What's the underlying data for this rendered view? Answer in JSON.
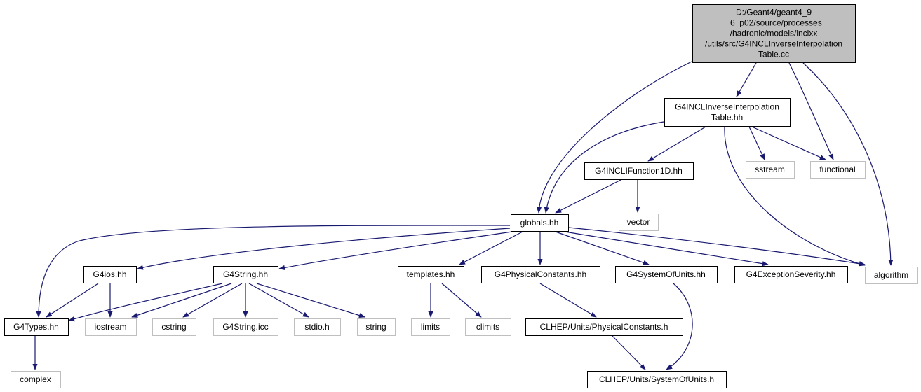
{
  "colors": {
    "edge": "#191970",
    "root_fill": "#bfbfbf",
    "local_border": "#000000",
    "external_border": "#bfbfbf",
    "text": "#000000"
  },
  "nodes": [
    {
      "id": "root",
      "kind": "root",
      "lines": [
        "D:/Geant4/geant4_9",
        "_6_p02/source/processes",
        "/hadronic/models/inclxx",
        "/utils/src/G4INCLInverseInterpolation",
        "Table.cc"
      ]
    },
    {
      "id": "inv_hh",
      "kind": "local",
      "lines": [
        "G4INCLInverseInterpolation",
        "Table.hh"
      ]
    },
    {
      "id": "func1d",
      "kind": "local",
      "lines": [
        "G4INCLIFunction1D.hh"
      ]
    },
    {
      "id": "sstream",
      "kind": "external",
      "lines": [
        "sstream"
      ]
    },
    {
      "id": "functional",
      "kind": "external",
      "lines": [
        "functional"
      ]
    },
    {
      "id": "globals",
      "kind": "local",
      "lines": [
        "globals.hh"
      ]
    },
    {
      "id": "vector",
      "kind": "external",
      "lines": [
        "vector"
      ]
    },
    {
      "id": "g4ios",
      "kind": "local",
      "lines": [
        "G4ios.hh"
      ]
    },
    {
      "id": "g4string",
      "kind": "local",
      "lines": [
        "G4String.hh"
      ]
    },
    {
      "id": "templates",
      "kind": "local",
      "lines": [
        "templates.hh"
      ]
    },
    {
      "id": "physconst",
      "kind": "local",
      "lines": [
        "G4PhysicalConstants.hh"
      ]
    },
    {
      "id": "sysunits",
      "kind": "local",
      "lines": [
        "G4SystemOfUnits.hh"
      ]
    },
    {
      "id": "excsev",
      "kind": "local",
      "lines": [
        "G4ExceptionSeverity.hh"
      ]
    },
    {
      "id": "algorithm",
      "kind": "external",
      "lines": [
        "algorithm"
      ]
    },
    {
      "id": "g4types",
      "kind": "local",
      "lines": [
        "G4Types.hh"
      ]
    },
    {
      "id": "iostream",
      "kind": "external",
      "lines": [
        "iostream"
      ]
    },
    {
      "id": "cstring",
      "kind": "external",
      "lines": [
        "cstring"
      ]
    },
    {
      "id": "g4stringicc",
      "kind": "external",
      "lines": [
        "G4String.icc"
      ]
    },
    {
      "id": "stdio",
      "kind": "external",
      "lines": [
        "stdio.h"
      ]
    },
    {
      "id": "string",
      "kind": "external",
      "lines": [
        "string"
      ]
    },
    {
      "id": "limits",
      "kind": "external",
      "lines": [
        "limits"
      ]
    },
    {
      "id": "climits",
      "kind": "external",
      "lines": [
        "climits"
      ]
    },
    {
      "id": "clhep_phys",
      "kind": "local",
      "lines": [
        "CLHEP/Units/PhysicalConstants.h"
      ]
    },
    {
      "id": "clhep_sys",
      "kind": "local",
      "lines": [
        "CLHEP/Units/SystemOfUnits.h"
      ]
    },
    {
      "id": "complex",
      "kind": "external",
      "lines": [
        "complex"
      ]
    }
  ],
  "edges": [
    {
      "from": "root",
      "to": "inv_hh"
    },
    {
      "from": "root",
      "to": "globals"
    },
    {
      "from": "root",
      "to": "functional"
    },
    {
      "from": "root",
      "to": "algorithm"
    },
    {
      "from": "inv_hh",
      "to": "globals"
    },
    {
      "from": "inv_hh",
      "to": "func1d"
    },
    {
      "from": "inv_hh",
      "to": "sstream"
    },
    {
      "from": "inv_hh",
      "to": "functional"
    },
    {
      "from": "inv_hh",
      "to": "algorithm"
    },
    {
      "from": "func1d",
      "to": "globals"
    },
    {
      "from": "func1d",
      "to": "vector"
    },
    {
      "from": "globals",
      "to": "g4types"
    },
    {
      "from": "globals",
      "to": "g4ios"
    },
    {
      "from": "globals",
      "to": "g4string"
    },
    {
      "from": "globals",
      "to": "templates"
    },
    {
      "from": "globals",
      "to": "physconst"
    },
    {
      "from": "globals",
      "to": "sysunits"
    },
    {
      "from": "globals",
      "to": "excsev"
    },
    {
      "from": "globals",
      "to": "algorithm"
    },
    {
      "from": "g4ios",
      "to": "g4types"
    },
    {
      "from": "g4ios",
      "to": "iostream"
    },
    {
      "from": "g4string",
      "to": "g4types"
    },
    {
      "from": "g4string",
      "to": "iostream"
    },
    {
      "from": "g4string",
      "to": "cstring"
    },
    {
      "from": "g4string",
      "to": "g4stringicc"
    },
    {
      "from": "g4string",
      "to": "stdio"
    },
    {
      "from": "g4string",
      "to": "string"
    },
    {
      "from": "templates",
      "to": "limits"
    },
    {
      "from": "templates",
      "to": "climits"
    },
    {
      "from": "physconst",
      "to": "clhep_phys"
    },
    {
      "from": "sysunits",
      "to": "clhep_sys"
    },
    {
      "from": "clhep_phys",
      "to": "clhep_sys"
    },
    {
      "from": "g4types",
      "to": "complex"
    }
  ]
}
